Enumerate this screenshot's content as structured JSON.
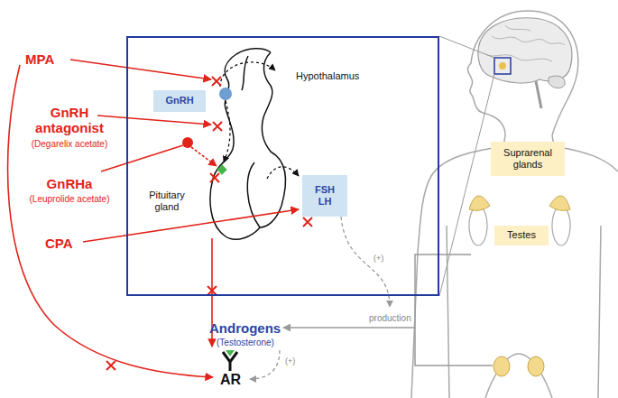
{
  "diagram": {
    "nodes": [
      {
        "text": [
          "Hypothalamus",
          "Pituitary gland"
        ]
      },
      {
        "text": [
          "GnRH"
        ],
        "in": 0
      },
      {
        "text": [
          "FSH LH"
        ],
        "in": 0
      },
      {
        "text": [
          "Suprarenal glands"
        ]
      },
      {
        "text": [
          "Testes"
        ]
      }
    ],
    "labels": [
      "MPA",
      "GnRH antagonist",
      "(Degarelix acetate)",
      "GnRHa",
      "(Leuprolide acetate)",
      "CPA",
      "(+)",
      "production",
      "Androgens",
      "(Testosterone)",
      "(+)",
      "AR"
    ]
  }
}
